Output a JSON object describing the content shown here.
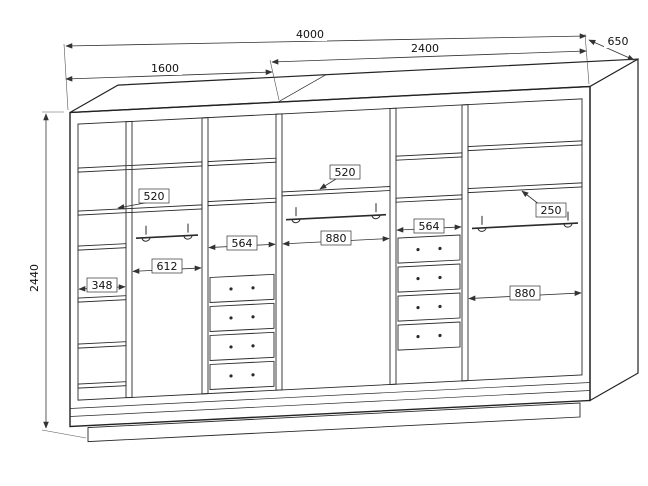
{
  "drawing": {
    "kind": "wardrobe-interior-technical-drawing",
    "colors": {
      "ink": "#2a2a2a",
      "background": "#ffffff"
    },
    "dims": {
      "total_width": "4000",
      "right_section_width": "2400",
      "left_section_width": "1600",
      "depth": "650",
      "height": "2440"
    },
    "interior": {
      "shelf_depth_left": "520",
      "shelf_depth_mid": "520",
      "cubby_width": "348",
      "hanging_width_left": "612",
      "drawer_width_left": "564",
      "hanging_width_mid": "880",
      "drawer_width_right": "564",
      "shelf_depth_right": "250",
      "hanging_width_right": "880"
    }
  }
}
